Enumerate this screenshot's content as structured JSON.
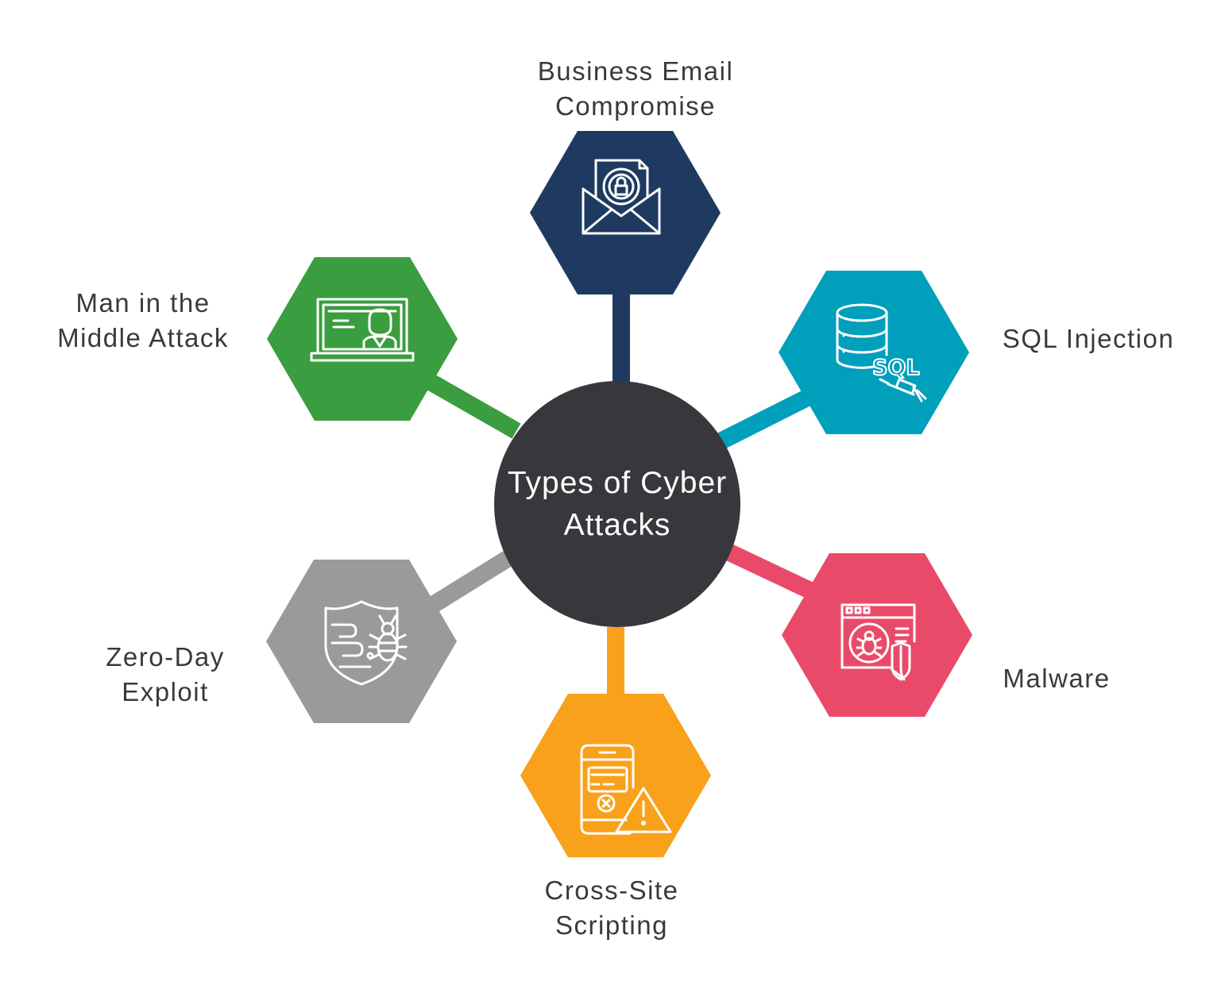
{
  "title": {
    "line1": "Types of Cyber",
    "line2": "Attacks"
  },
  "nodes": [
    {
      "id": "bec",
      "line1": "Business Email",
      "line2": "Compromise",
      "color": "#1e3a60",
      "icon": "envelope-lock-icon"
    },
    {
      "id": "sql",
      "line1": "SQL Injection",
      "line2": "",
      "color": "#009fbc",
      "icon": "database-sql-syringe-icon"
    },
    {
      "id": "mal",
      "line1": "Malware",
      "line2": "",
      "color": "#ea4a69",
      "icon": "browser-bug-shield-icon"
    },
    {
      "id": "xss",
      "line1": "Cross-Site",
      "line2": "Scripting",
      "color": "#f9a11b",
      "icon": "phone-warning-icon"
    },
    {
      "id": "zero",
      "line1": "Zero-Day",
      "line2": "Exploit",
      "color": "#9b9a9b",
      "icon": "shield-bug-icon"
    },
    {
      "id": "mitm",
      "line1": "Man in the",
      "line2": "Middle Attack",
      "color": "#3a9d3f",
      "icon": "laptop-person-icon"
    }
  ],
  "center_color": "#38383c"
}
